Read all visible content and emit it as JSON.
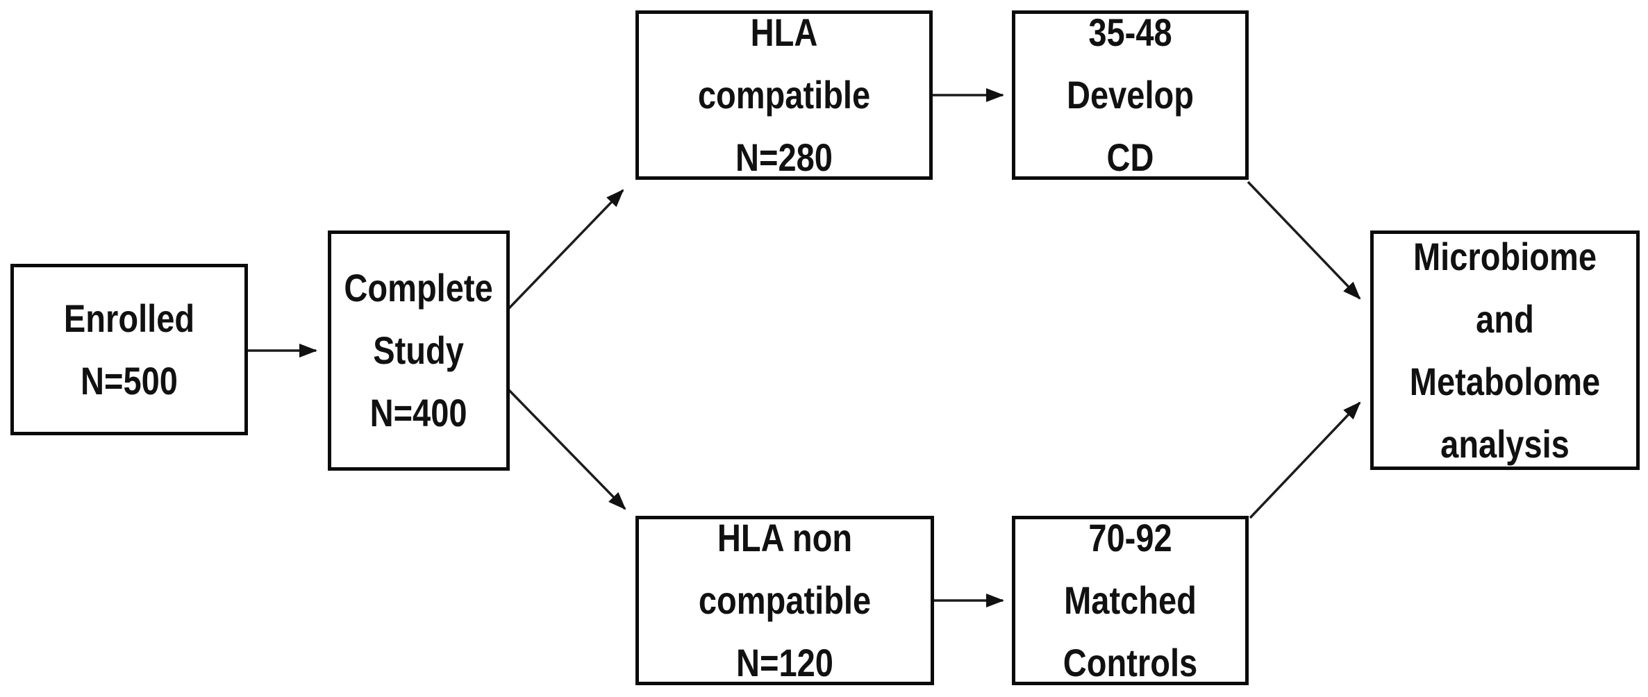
{
  "diagram": {
    "type": "flowchart",
    "background_color": "#ffffff",
    "box_fill_color": "#ffffff",
    "box_border_color": "#0b0b0b",
    "text_color": "#111111",
    "arrow_color": "#1c1c1c",
    "nodes": [
      {
        "id": "enrolled",
        "label": "Enrolled\nN=500"
      },
      {
        "id": "complete-study",
        "label": "Complete\nStudy\nN=400"
      },
      {
        "id": "hla-compatible",
        "label": "HLA compatible\nN=280"
      },
      {
        "id": "develop-cd",
        "label": "35-48  Develop\nCD"
      },
      {
        "id": "hla-non-compatible",
        "label": "HLA non\ncompatible N=120"
      },
      {
        "id": "matched-controls",
        "label": "70-92 Matched\nControls"
      },
      {
        "id": "microbiome-metabolome",
        "label": "Microbiome and\nMetabolome\nanalysis"
      }
    ],
    "edges": [
      {
        "from": "enrolled",
        "to": "complete-study"
      },
      {
        "from": "complete-study",
        "to": "hla-compatible"
      },
      {
        "from": "complete-study",
        "to": "hla-non-compatible"
      },
      {
        "from": "hla-compatible",
        "to": "develop-cd"
      },
      {
        "from": "hla-non-compatible",
        "to": "matched-controls"
      },
      {
        "from": "develop-cd",
        "to": "microbiome-metabolome"
      },
      {
        "from": "matched-controls",
        "to": "microbiome-metabolome"
      }
    ]
  }
}
